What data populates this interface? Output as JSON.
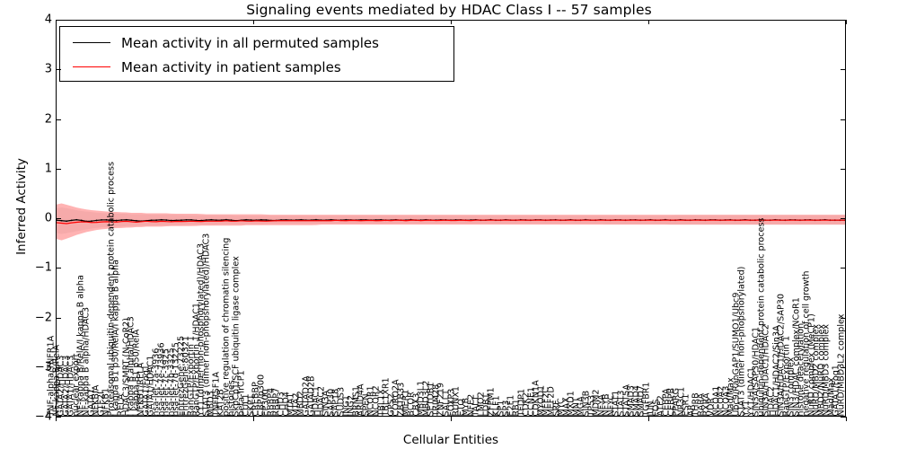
{
  "chart_data": {
    "type": "line",
    "title": "Signaling events mediated by HDAC Class I -- 57 samples",
    "xlabel": "Cellular Entities",
    "ylabel": "Inferred Activity",
    "ylim": [
      -4,
      4
    ],
    "yticks": [
      4,
      3,
      2,
      1,
      0,
      -1,
      -2,
      -3,
      -4
    ],
    "grid": false,
    "legend_position": "upper left",
    "series": [
      {
        "name": "Mean activity in all permuted samples",
        "color": "#000000",
        "style": "line",
        "band_color": "#cccccc",
        "values": [
          -0.04,
          -0.05,
          -0.06,
          -0.04,
          -0.03,
          -0.05,
          -0.07,
          -0.05,
          -0.04,
          -0.03,
          -0.04,
          -0.05,
          -0.04,
          -0.03,
          -0.04,
          -0.05,
          -0.06,
          -0.05,
          -0.04,
          -0.04,
          -0.03,
          -0.04,
          -0.05,
          -0.04,
          -0.04,
          -0.03,
          -0.04,
          -0.05,
          -0.04,
          -0.03,
          -0.04,
          -0.04,
          -0.03,
          -0.04,
          -0.05,
          -0.04,
          -0.03,
          -0.04,
          -0.04,
          -0.03,
          -0.04,
          -0.05,
          -0.04,
          -0.03,
          -0.04,
          -0.04,
          -0.03,
          -0.04,
          -0.04,
          -0.03,
          -0.04,
          -0.04,
          -0.03,
          -0.04,
          -0.04,
          -0.03,
          -0.04,
          -0.04,
          -0.03,
          -0.04,
          -0.04,
          -0.03,
          -0.04,
          -0.04,
          -0.03,
          -0.04,
          -0.04,
          -0.03,
          -0.04,
          -0.04,
          -0.03,
          -0.04,
          -0.04,
          -0.03,
          -0.04,
          -0.04,
          -0.03,
          -0.04,
          -0.04,
          -0.03,
          -0.04,
          -0.04,
          -0.03,
          -0.04,
          -0.04,
          -0.03,
          -0.04,
          -0.04,
          -0.03,
          -0.04,
          -0.04,
          -0.03,
          -0.04,
          -0.04,
          -0.03,
          -0.04,
          -0.04,
          -0.03,
          -0.04,
          -0.04,
          -0.03,
          -0.04,
          -0.04,
          -0.03,
          -0.04,
          -0.04,
          -0.03,
          -0.04,
          -0.04,
          -0.03,
          -0.04,
          -0.04,
          -0.03,
          -0.04,
          -0.04,
          -0.03,
          -0.04,
          -0.04,
          -0.03,
          -0.04,
          -0.04,
          -0.03,
          -0.04,
          -0.04,
          -0.03,
          -0.04,
          -0.04,
          -0.03,
          -0.04,
          -0.04,
          -0.03,
          -0.04,
          -0.04,
          -0.03,
          -0.04,
          -0.04,
          -0.03,
          -0.04,
          -0.04,
          -0.03,
          -0.04,
          -0.04,
          -0.03,
          -0.04,
          -0.04,
          -0.03,
          -0.04,
          -0.04,
          -0.04,
          -0.04
        ],
        "band_lower": [
          -0.3,
          -0.32,
          -0.3,
          -0.28,
          -0.26,
          -0.24,
          -0.22,
          -0.2,
          -0.19,
          -0.18,
          -0.18,
          -0.17,
          -0.17,
          -0.16,
          -0.16,
          -0.16,
          -0.15,
          -0.15,
          -0.15,
          -0.15,
          -0.14,
          -0.14,
          -0.14,
          -0.14,
          -0.14,
          -0.13,
          -0.13,
          -0.13,
          -0.13,
          -0.13,
          -0.13,
          -0.12,
          -0.12,
          -0.12,
          -0.12,
          -0.12,
          -0.12,
          -0.12,
          -0.12,
          -0.12,
          -0.11,
          -0.11,
          -0.11,
          -0.11,
          -0.11,
          -0.11,
          -0.11,
          -0.11,
          -0.11,
          -0.11,
          -0.11,
          -0.11,
          -0.11,
          -0.11,
          -0.11,
          -0.11,
          -0.11,
          -0.11,
          -0.11,
          -0.11,
          -0.11,
          -0.11,
          -0.11,
          -0.11,
          -0.11,
          -0.11,
          -0.11,
          -0.11,
          -0.11,
          -0.11,
          -0.11,
          -0.11,
          -0.11,
          -0.11,
          -0.11,
          -0.11,
          -0.11,
          -0.11,
          -0.11,
          -0.11,
          -0.11,
          -0.11,
          -0.11,
          -0.11,
          -0.11,
          -0.11,
          -0.11,
          -0.11,
          -0.11,
          -0.11,
          -0.11,
          -0.11,
          -0.11,
          -0.11,
          -0.11,
          -0.11,
          -0.11,
          -0.11,
          -0.11,
          -0.11,
          -0.11,
          -0.11,
          -0.11,
          -0.11,
          -0.12,
          -0.12,
          -0.12,
          -0.12,
          -0.12,
          -0.12,
          -0.12,
          -0.12,
          -0.12,
          -0.12,
          -0.12,
          -0.12,
          -0.13,
          -0.13,
          -0.13,
          -0.13,
          -0.13,
          -0.13,
          -0.13,
          -0.13,
          -0.13,
          -0.13,
          -0.13,
          -0.13,
          -0.13,
          -0.13,
          -0.13,
          -0.13,
          -0.13,
          -0.13,
          -0.13,
          -0.13,
          -0.13,
          -0.13,
          -0.13,
          -0.13,
          -0.13,
          -0.13,
          -0.13,
          -0.13,
          -0.13,
          -0.13,
          -0.13,
          -0.13,
          -0.13,
          -0.13
        ],
        "band_upper": [
          0.2,
          0.22,
          0.2,
          0.18,
          0.16,
          0.14,
          0.13,
          0.12,
          0.11,
          0.1,
          0.1,
          0.09,
          0.09,
          0.09,
          0.08,
          0.08,
          0.08,
          0.08,
          0.07,
          0.07,
          0.07,
          0.07,
          0.07,
          0.07,
          0.06,
          0.06,
          0.06,
          0.06,
          0.06,
          0.06,
          0.06,
          0.06,
          0.06,
          0.06,
          0.05,
          0.05,
          0.05,
          0.05,
          0.05,
          0.05,
          0.05,
          0.05,
          0.05,
          0.05,
          0.05,
          0.05,
          0.05,
          0.05,
          0.05,
          0.05,
          0.05,
          0.05,
          0.05,
          0.05,
          0.05,
          0.05,
          0.05,
          0.05,
          0.05,
          0.05,
          0.05,
          0.05,
          0.05,
          0.05,
          0.05,
          0.05,
          0.05,
          0.05,
          0.05,
          0.05,
          0.05,
          0.05,
          0.05,
          0.05,
          0.05,
          0.05,
          0.05,
          0.05,
          0.05,
          0.05,
          0.05,
          0.05,
          0.05,
          0.05,
          0.05,
          0.05,
          0.05,
          0.05,
          0.05,
          0.05,
          0.05,
          0.05,
          0.05,
          0.05,
          0.05,
          0.05,
          0.05,
          0.05,
          0.05,
          0.05,
          0.05,
          0.05,
          0.05,
          0.05,
          0.05,
          0.05,
          0.05,
          0.05,
          0.05,
          0.05,
          0.05,
          0.05,
          0.05,
          0.05,
          0.05,
          0.05,
          0.05,
          0.06,
          0.06,
          0.06,
          0.06,
          0.06,
          0.06,
          0.06,
          0.06,
          0.06,
          0.06,
          0.06,
          0.06,
          0.06,
          0.06,
          0.06,
          0.06,
          0.06,
          0.06,
          0.06,
          0.06,
          0.06,
          0.06,
          0.06,
          0.06,
          0.06,
          0.06,
          0.06,
          0.06,
          0.06,
          0.06,
          0.06,
          0.06,
          0.06
        ]
      },
      {
        "name": "Mean activity in patient samples",
        "color": "#ff0000",
        "style": "line",
        "band_color": "#ff9a9a",
        "values": [
          -0.09,
          -0.1,
          -0.11,
          -0.09,
          -0.08,
          -0.07,
          -0.08,
          -0.09,
          -0.08,
          -0.07,
          -0.07,
          -0.08,
          -0.07,
          -0.06,
          -0.07,
          -0.08,
          -0.07,
          -0.06,
          -0.07,
          -0.07,
          -0.06,
          -0.07,
          -0.07,
          -0.06,
          -0.07,
          -0.06,
          -0.06,
          -0.07,
          -0.06,
          -0.06,
          -0.06,
          -0.06,
          -0.05,
          -0.06,
          -0.06,
          -0.05,
          -0.06,
          -0.06,
          -0.05,
          -0.06,
          -0.06,
          -0.05,
          -0.05,
          -0.05,
          -0.05,
          -0.05,
          -0.05,
          -0.05,
          -0.05,
          -0.05,
          -0.05,
          -0.05,
          -0.05,
          -0.04,
          -0.05,
          -0.05,
          -0.04,
          -0.05,
          -0.05,
          -0.04,
          -0.05,
          -0.05,
          -0.04,
          -0.05,
          -0.04,
          -0.04,
          -0.05,
          -0.04,
          -0.04,
          -0.05,
          -0.04,
          -0.04,
          -0.05,
          -0.04,
          -0.04,
          -0.05,
          -0.04,
          -0.04,
          -0.05,
          -0.04,
          -0.04,
          -0.04,
          -0.04,
          -0.04,
          -0.04,
          -0.04,
          -0.04,
          -0.04,
          -0.04,
          -0.04,
          -0.04,
          -0.04,
          -0.04,
          -0.04,
          -0.04,
          -0.04,
          -0.04,
          -0.04,
          -0.04,
          -0.04,
          -0.04,
          -0.04,
          -0.04,
          -0.04,
          -0.04,
          -0.04,
          -0.04,
          -0.04,
          -0.04,
          -0.04,
          -0.04,
          -0.04,
          -0.04,
          -0.04,
          -0.04,
          -0.04,
          -0.04,
          -0.04,
          -0.04,
          -0.04,
          -0.04,
          -0.04,
          -0.04,
          -0.04,
          -0.04,
          -0.04,
          -0.04,
          -0.04,
          -0.04,
          -0.04,
          -0.04,
          -0.04,
          -0.04,
          -0.04,
          -0.04,
          -0.04,
          -0.04,
          -0.04,
          -0.04,
          -0.04,
          -0.04,
          -0.04,
          -0.04,
          -0.04,
          -0.04,
          -0.04,
          -0.04,
          -0.04,
          -0.04,
          -0.04
        ],
        "band_lower": [
          -0.42,
          -0.45,
          -0.41,
          -0.37,
          -0.33,
          -0.3,
          -0.27,
          -0.25,
          -0.23,
          -0.22,
          -0.21,
          -0.2,
          -0.2,
          -0.19,
          -0.19,
          -0.18,
          -0.18,
          -0.17,
          -0.17,
          -0.17,
          -0.17,
          -0.16,
          -0.16,
          -0.16,
          -0.16,
          -0.16,
          -0.16,
          -0.15,
          -0.15,
          -0.15,
          -0.15,
          -0.15,
          -0.15,
          -0.15,
          -0.15,
          -0.15,
          -0.14,
          -0.14,
          -0.14,
          -0.14,
          -0.14,
          -0.14,
          -0.14,
          -0.14,
          -0.14,
          -0.14,
          -0.14,
          -0.14,
          -0.14,
          -0.14,
          -0.13,
          -0.13,
          -0.13,
          -0.13,
          -0.13,
          -0.13,
          -0.13,
          -0.13,
          -0.13,
          -0.13,
          -0.13,
          -0.13,
          -0.13,
          -0.13,
          -0.13,
          -0.13,
          -0.13,
          -0.13,
          -0.13,
          -0.13,
          -0.13,
          -0.13,
          -0.13,
          -0.13,
          -0.13,
          -0.13,
          -0.13,
          -0.13,
          -0.13,
          -0.13,
          -0.13,
          -0.13,
          -0.13,
          -0.13,
          -0.13,
          -0.13,
          -0.13,
          -0.13,
          -0.13,
          -0.13,
          -0.13,
          -0.13,
          -0.13,
          -0.13,
          -0.13,
          -0.13,
          -0.13,
          -0.13,
          -0.13,
          -0.13,
          -0.13,
          -0.13,
          -0.13,
          -0.13,
          -0.13,
          -0.13,
          -0.13,
          -0.13,
          -0.13,
          -0.13,
          -0.13,
          -0.13,
          -0.13,
          -0.13,
          -0.13,
          -0.13,
          -0.13,
          -0.13,
          -0.13,
          -0.13,
          -0.13,
          -0.13,
          -0.13,
          -0.13,
          -0.13,
          -0.13,
          -0.13,
          -0.13,
          -0.13,
          -0.13,
          -0.13,
          -0.13,
          -0.13,
          -0.13,
          -0.13,
          -0.13,
          -0.13,
          -0.13,
          -0.13,
          -0.13,
          -0.13,
          -0.13,
          -0.13,
          -0.13,
          -0.13,
          -0.13,
          -0.13,
          -0.13,
          -0.13,
          -0.13
        ],
        "band_upper": [
          0.28,
          0.3,
          0.27,
          0.24,
          0.21,
          0.19,
          0.17,
          0.16,
          0.15,
          0.14,
          0.13,
          0.13,
          0.12,
          0.12,
          0.11,
          0.11,
          0.11,
          0.1,
          0.1,
          0.1,
          0.1,
          0.1,
          0.09,
          0.09,
          0.09,
          0.09,
          0.09,
          0.09,
          0.08,
          0.08,
          0.08,
          0.08,
          0.08,
          0.08,
          0.08,
          0.08,
          0.08,
          0.08,
          0.08,
          0.08,
          0.07,
          0.07,
          0.07,
          0.07,
          0.07,
          0.07,
          0.07,
          0.07,
          0.07,
          0.07,
          0.07,
          0.07,
          0.07,
          0.07,
          0.07,
          0.07,
          0.07,
          0.07,
          0.07,
          0.07,
          0.07,
          0.07,
          0.07,
          0.07,
          0.07,
          0.07,
          0.07,
          0.07,
          0.07,
          0.07,
          0.07,
          0.07,
          0.07,
          0.07,
          0.07,
          0.07,
          0.07,
          0.07,
          0.07,
          0.07,
          0.07,
          0.07,
          0.07,
          0.07,
          0.07,
          0.07,
          0.07,
          0.07,
          0.07,
          0.07,
          0.07,
          0.07,
          0.07,
          0.07,
          0.07,
          0.07,
          0.07,
          0.07,
          0.07,
          0.07,
          0.07,
          0.07,
          0.07,
          0.07,
          0.07,
          0.07,
          0.07,
          0.07,
          0.07,
          0.07,
          0.07,
          0.07,
          0.07,
          0.07,
          0.07,
          0.07,
          0.07,
          0.07,
          0.07,
          0.07,
          0.07,
          0.07,
          0.07,
          0.07,
          0.07,
          0.07,
          0.07,
          0.07,
          0.07,
          0.07,
          0.07,
          0.07,
          0.07,
          0.07,
          0.07,
          0.07,
          0.07,
          0.07,
          0.07,
          0.07,
          0.07,
          0.07,
          0.07,
          0.07,
          0.07,
          0.07,
          0.07,
          0.07,
          0.07,
          0.07
        ]
      }
    ],
    "categories": [
      "TNF-alpha/TNFR1A",
      "NF-kappa B/RelA",
      "GATA2/HDAC3",
      "GATA2/HDAC3",
      "GATA1/HDAC3",
      "nuclear export",
      "NF-kappa B/RelA/I kappa B alpha",
      "NF-kappa B alpha/HDAC3",
      "GATA1",
      "NFKBIA",
      "GTF2I",
      "NFKB1",
      "Proteasomal ubiquitin-dependent protein catabolic process",
      "I kappa B1 p50/RelA/I kappa B alpha",
      "RELA",
      "HDAC3/SMRT (N-CoR2)",
      "I kappa B alpha/HDAC3",
      "I kappa B1 p50/RelA",
      "NFKB1/RELA",
      "GATA1/Fog1",
      "GATA1/HDAC1",
      "hsa-let-7a-3936",
      "hsa-let-7e-73936",
      "hsa-let-7c-3925",
      "hsa-let-7b-3325",
      "hsa-let-7d-13225",
      "EntrezGene:73225",
      "EntrezGene:80321",
      "RanGTP/Exportin 1",
      "RanGTP/Exportin 1/HDAC1",
      "YY1 (dimer non-phosphorylated)/HDAC3",
      "STAT3 (dimer non-phopshorylated)/HDAC3",
      "MBD3",
      "TNFRSF1A",
      "KAT2B",
      "positive regulation of chromatin silencing",
      "histones",
      "SkpCp1/SCF ubiquitin ligase complex",
      "beta-TrCP1",
      "CUL1",
      "SKP1",
      "CREBBP",
      "CBP/p300",
      "EP300",
      "RBBP4",
      "RBBP7",
      "CHD3",
      "CHD4",
      "MTA1",
      "MTA2",
      "MBD2",
      "GATAD2A",
      "GATAD2B",
      "HDAC1",
      "HDAC2",
      "SIN3A",
      "SAP30",
      "SAP18",
      "SUDS3",
      "ING1",
      "ING2",
      "BRMS1",
      "ARID4A",
      "SPEN",
      "NCOR1",
      "NCOR2",
      "TBL1X",
      "TBL1XR1",
      "GPS2",
      "CORO2A",
      "ZBTB33",
      "MIER1",
      "BCOR",
      "CBX3",
      "MBD3L1",
      "MBD3L2",
      "SETDB1",
      "TRIM28",
      "ZNF219",
      "SALL1",
      "FOXP3",
      "RUNX1",
      "ETO",
      "MYB",
      "NFE2",
      "TAL1",
      "LMO2",
      "LDB1",
      "ZFPM1",
      "KLF1",
      "SP1",
      "SP3",
      "E2F1",
      "RB1",
      "TFDP1",
      "CDK2",
      "CCNE1",
      "CDKN1A",
      "MYOD1",
      "MEF2C",
      "MEF2D",
      "SRF",
      "MYC",
      "MAX",
      "MXD1",
      "MNT",
      "MGA",
      "SIN3B",
      "TP53",
      "MDM2",
      "NFYA",
      "NFYB",
      "NFYC",
      "STAT1",
      "STAT3",
      "STAT5A",
      "SMAD3",
      "SMAD4",
      "SMAD7",
      "TGFBR1",
      "JUN",
      "FOS",
      "ATF2",
      "CEBPA",
      "CEBPB",
      "PPARG",
      "NR3C1",
      "ESR1",
      "AR",
      "THRB",
      "RARA",
      "RXRA",
      "VDR",
      "NCOA1",
      "NCOA2",
      "NCOA3",
      "Mad/Max",
      "Ubc9/RanGAP1/SUMO1/Ubc9",
      "STAT3 (dimer non-phopshorylated)",
      "YY1",
      "YY1/HDAC1",
      "SIN3A/SAP30/HDAC1",
      "ubiquitin-dependent protein catabolic process",
      "SIN3A/HDAC1/HDAC2",
      "HDAC2",
      "HDAC1/HDAC2/Sin3A",
      "SIN3A/HDAC1/HDAC2/SAP30",
      "RanGTP/Exportin 1",
      "SIN3 complex",
      "SIN3/HDAC complex/NCoR1",
      "histone deacetylation",
      "negative regulation of cell growth",
      "NuRD complex (MeCP1)",
      "NuRD/MBD2 complex",
      "MBD2/NuRD complex",
      "NuRD/MBD3 complex",
      "Mad/Max",
      "GATA1/Fog1",
      "NuRD/MBD3L2 complex"
    ]
  },
  "legend": {
    "entries": [
      {
        "label": "Mean activity in all permuted samples",
        "color": "#000000"
      },
      {
        "label": "Mean activity in patient samples",
        "color": "#ff0000"
      }
    ]
  }
}
